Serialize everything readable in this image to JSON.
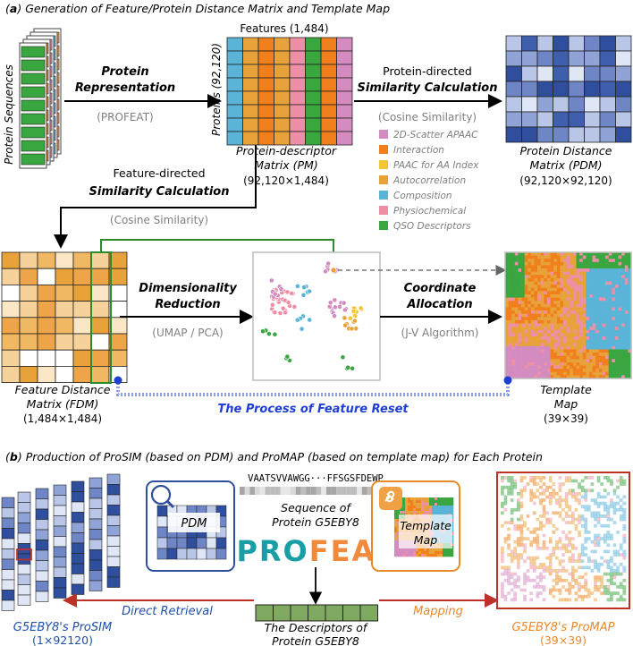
{
  "section_a": {
    "title_letter": "a",
    "title_text": "Generation of Feature/Protein Distance Matrix and Template Map",
    "protein_sequences": "Protein Sequences",
    "protein_representation": [
      "Protein",
      "Representation"
    ],
    "profeat_paren": "(PROFEAT)",
    "features_label": "Features (1,484)",
    "proteins_label": "Proteins (92,120)",
    "pm_label": [
      "Protein-descriptor",
      "Matrix (PM)",
      "(92,120×1,484)"
    ],
    "pd_similarity": [
      "Protein-directed",
      "Similarity Calculation",
      "(Cosine Similarity)"
    ],
    "pdm_label": [
      "Protein Distance",
      "Matrix (PDM)",
      "(92,120×92,120)"
    ],
    "fd_similarity": [
      "Feature-directed",
      "Similarity Calculation",
      "(Cosine Similarity)"
    ],
    "legend": [
      {
        "label": "2D-Scatter APAAC",
        "color": "#d48cc0"
      },
      {
        "label": "Interaction",
        "color": "#f07f1c"
      },
      {
        "label": "PAAC for AA Index",
        "color": "#f2c535"
      },
      {
        "label": "Autocorrelation",
        "color": "#e8a23a"
      },
      {
        "label": "Composition",
        "color": "#5ab4d8"
      },
      {
        "label": "Physiochemical",
        "color": "#ef8fa6"
      },
      {
        "label": "QSO Descriptors",
        "color": "#3aa640"
      }
    ],
    "dim_reduction": [
      "Dimensionality",
      "Reduction",
      "(UMAP / PCA)"
    ],
    "coord_allocation": [
      "Coordinate",
      "Allocation",
      "(J-V Algorithm)"
    ],
    "fdm_label": [
      "Feature Distance",
      "Matrix (FDM)",
      "(1,484×1,484)"
    ],
    "feature_reset": "The Process of Feature Reset",
    "template_map_label": [
      "Template",
      "Map",
      "(39×39)"
    ]
  },
  "section_b": {
    "title_letter": "b",
    "title_text": "Production of ProSIM (based on PDM) and ProMAP (based on template map) for Each Protein",
    "pdm_box": "PDM",
    "sequence": "VAATSVVAWGG···FFSGSFDEWP",
    "sequence_caption": [
      "Sequence of",
      "Protein G5EBY8"
    ],
    "profeat_logo": {
      "part1": "PRO",
      "part2": "FEAT"
    },
    "template_box": [
      "Template",
      "Map"
    ],
    "direct_retrieval": "Direct Retrieval",
    "mapping": "Mapping",
    "descriptors_caption": [
      "The Descriptors of",
      "Protein G5EBY8"
    ],
    "prosim_label": [
      "G5EBY8's ProSIM",
      "(1×92120)"
    ],
    "promap_label": [
      "G5EBY8's ProMAP",
      "(39×39)"
    ]
  },
  "colors": {
    "blue_dark": "#2f4f9e",
    "blue_mid": "#6f86c6",
    "blue_light": "#b9c6e8",
    "orange": "#e8a23a",
    "green_arrow": "#2c8c2c",
    "reset_blue": "#1f3fd0",
    "red_arrow": "#c0302b",
    "descriptor_green": "#7fa860",
    "label_blue": "#1f4fa8",
    "label_orange": "#e8892a",
    "gray_text": "#7f7f7f"
  }
}
